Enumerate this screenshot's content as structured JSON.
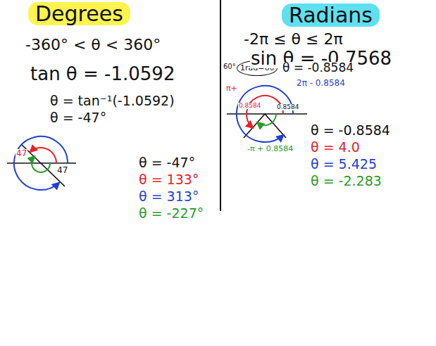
{
  "diagram": {
    "nodes": [
      {
        "text": [
          "Degrees"
        ]
      },
      {
        "text": [
          "Radians"
        ]
      },
      {
        "text": [
          "1rad=60"
        ]
      }
    ],
    "labels": [
      "-360° < θ < 360°",
      "tan θ = -1.0592",
      "θ = tan⁻¹(-1.0592)",
      "θ = -47°",
      "47",
      "47",
      "θ = -47°",
      "θ = 133°",
      "θ = 313°",
      "θ = -227°",
      "-2π ≤ θ ≤ 2π",
      "sin θ = -0.7568",
      "60°",
      "θ = -0.8584",
      "2π - 0.8584",
      "π+",
      "0.8584",
      "0.8584",
      "-π + 0.8584",
      "θ = -0.8584",
      "θ = 4.0",
      "θ = 5.425",
      "θ = -2.283"
    ]
  }
}
